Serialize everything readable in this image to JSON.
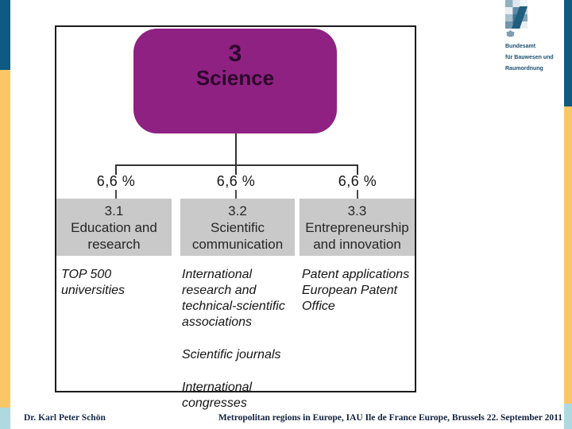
{
  "colors": {
    "root_node_purple": "#8f2183",
    "category_box_gray": "#c9c9c9",
    "edge_blue": "#0e5a83",
    "edge_yellow": "#fbc766",
    "edge_lightblue": "#aed9e1"
  },
  "logo": {
    "org_line1": "Bundesamt",
    "org_line2": "für Bauwesen und",
    "org_line3": "Raumordnung"
  },
  "diagram": {
    "root": {
      "number": "3",
      "title": "Science"
    },
    "branches": [
      {
        "percent": "6,6 %",
        "code": "3.1",
        "label": "Education and\nresearch",
        "items": [
          "TOP 500\nuniversities"
        ]
      },
      {
        "percent": "6,6 %",
        "code": "3.2",
        "label": "Scientific\ncommunication",
        "items": [
          "International\nresearch and\ntechnical-scientific\nassociations",
          "Scientific journals",
          "International\ncongresses"
        ]
      },
      {
        "percent": "6,6 %",
        "code": "3.3",
        "label": "Entrepreneurship\nand innovation",
        "items": [
          "Patent applications\nEuropean Patent\nOffice"
        ]
      }
    ]
  },
  "footer": {
    "author": "Dr. Karl Peter Schön",
    "event": "Metropolitan regions in Europe, IAU Ile de France Europe, Brussels 22. September 2011"
  }
}
